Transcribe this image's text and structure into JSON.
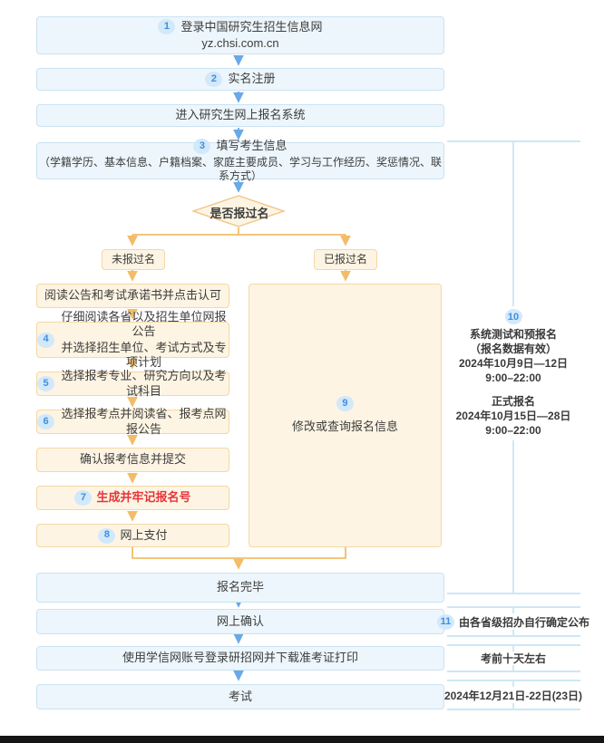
{
  "steps": {
    "login": {
      "num": "1",
      "title": "登录中国研究生招生信息网",
      "subtitle": "yz.chsi.com.cn"
    },
    "register": {
      "num": "2",
      "label": "实名注册"
    },
    "enter_system": {
      "label": "进入研究生网上报名系统"
    },
    "fill_info": {
      "num": "3",
      "title": "填写考生信息",
      "detail": "（学籍学历、基本信息、户籍档案、家庭主要成员、学习与工作经历、奖惩情况、联系方式）"
    },
    "decision": {
      "label": "是否报过名"
    },
    "branch_new": {
      "label": "未报过名"
    },
    "branch_old": {
      "label": "已报过名"
    },
    "read_notice": {
      "label": "阅读公告和考试承诺书并点击认可"
    },
    "read_select": {
      "num": "4",
      "line1": "仔细阅读各省以及招生单位网报公告",
      "line2": "并选择招生单位、考试方式及专项计划"
    },
    "choose_major": {
      "num": "5",
      "label": "选择报考专业、研究方向以及考试科目"
    },
    "choose_site": {
      "num": "6",
      "label": "选择报考点并阅读省、报考点网报公告"
    },
    "confirm_submit": {
      "label": "确认报考信息并提交"
    },
    "gen_id": {
      "num": "7",
      "label": "生成并牢记报名号"
    },
    "pay": {
      "num": "8",
      "label": "网上支付"
    },
    "modify_query": {
      "num": "9",
      "label": "修改或查询报名信息"
    },
    "done": {
      "label": "报名完毕"
    },
    "online_confirm": {
      "label": "网上确认"
    },
    "download_print": {
      "label": "使用学信网账号登录研招网并下载准考证打印"
    },
    "exam": {
      "label": "考试"
    }
  },
  "notes": {
    "schedule": {
      "num": "10",
      "title1": "系统测试和预报名",
      "sub1": "（报名数据有效）",
      "date1": "2024年10月9日—12日",
      "time1": "9:00–22:00",
      "title2": "正式报名",
      "date2": "2024年10月15日—28日",
      "time2": "9:00–22:00"
    },
    "confirm_note": {
      "num": "11",
      "label": "由各省级招办自行确定公布"
    },
    "print_note": {
      "label": "考前十天左右"
    },
    "exam_date": {
      "label": "2024年12月21日-22日(23日)"
    }
  },
  "colors": {
    "blue_box_bg": "#edf6fc",
    "blue_box_border": "#cbe3f2",
    "cream_box_bg": "#fdf4e3",
    "cream_box_border": "#f4d8a6",
    "badge_bg": "#d2e8fb",
    "badge_text": "#3f8fdd",
    "blue_arrow": "#69a9e7",
    "orange_arrow": "#f2bd68",
    "bracket_line": "#bddff2",
    "alert_red": "#e5343b",
    "text": "#3d3d3d"
  }
}
